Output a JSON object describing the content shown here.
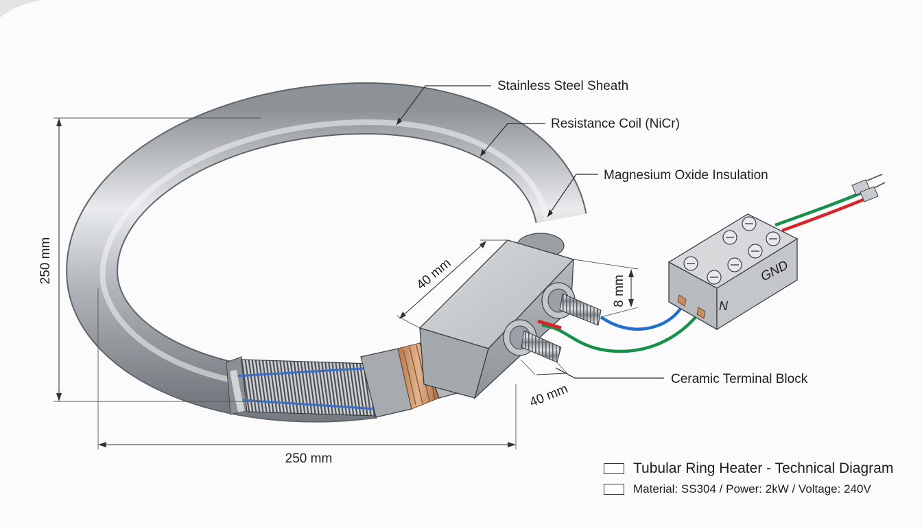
{
  "callouts": {
    "sheath": "Stainless Steel Sheath",
    "coil": "Resistance Coil (NiCr)",
    "insulation": "Magnesium Oxide Insulation",
    "terminal": "Ceramic Terminal Block"
  },
  "dimensions": {
    "height": "250 mm",
    "width": "250 mm",
    "block_length": "40 mm",
    "thread_length": "40 mm",
    "thread_diameter": "8 mm"
  },
  "terminal_labels": {
    "ground": "GND",
    "neutral": "N"
  },
  "legend": {
    "title": "Tubular Ring Heater - Technical Diagram",
    "spec": "Material: SS304 / Power: 2kW / Voltage: 240V"
  },
  "colors": {
    "sheath": "#a9adb2",
    "coil_wire": "#3f6fc4",
    "insulation": "#c98e63",
    "wire_blue": "#1f6fd0",
    "wire_green": "#16904a",
    "wire_red": "#d6262a"
  }
}
